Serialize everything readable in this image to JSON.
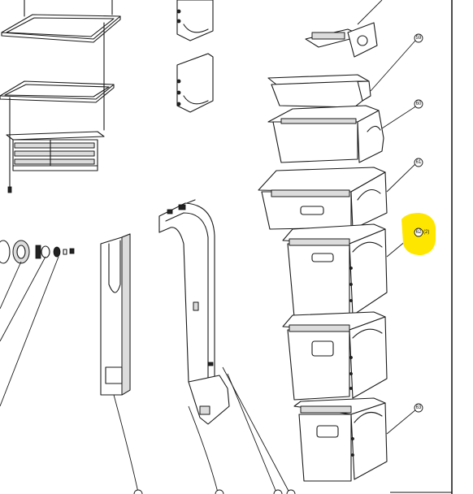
{
  "callouts": {
    "c59": "59",
    "c60": "60",
    "c61": "61",
    "c62": "62",
    "c62_qty": "(2)",
    "c63": "63"
  },
  "highlight": {
    "color": "#ffe600"
  }
}
